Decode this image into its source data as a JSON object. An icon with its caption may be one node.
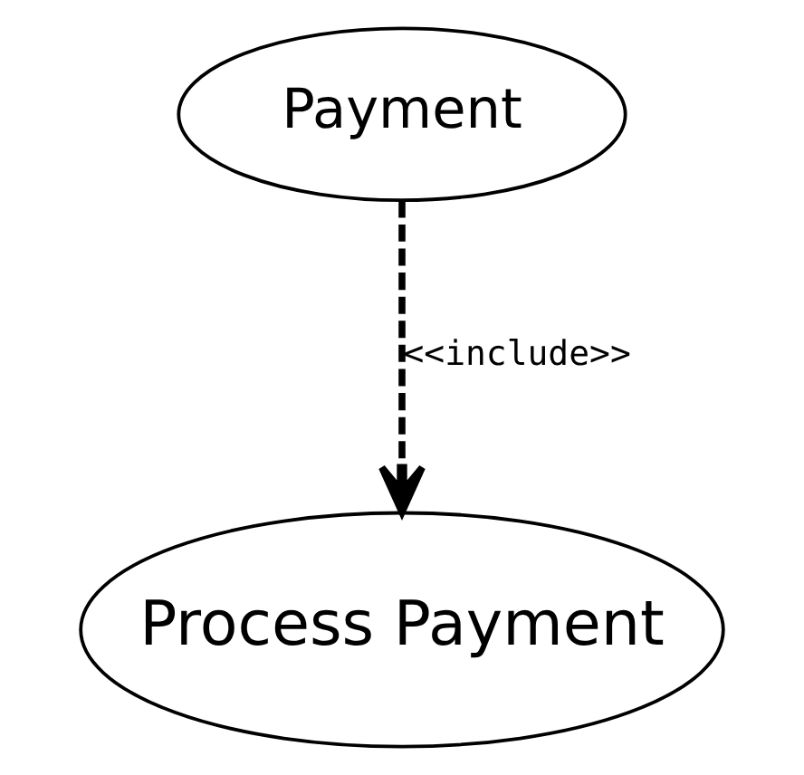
{
  "diagram": {
    "nodes": [
      {
        "text": [
          "Payment"
        ]
      },
      {
        "text": [
          "Process Payment"
        ]
      }
    ],
    "edges": [
      {
        "from": 0,
        "to": 1,
        "arrow": "to",
        "label": "<<include>>",
        "style": "dashed"
      }
    ]
  }
}
